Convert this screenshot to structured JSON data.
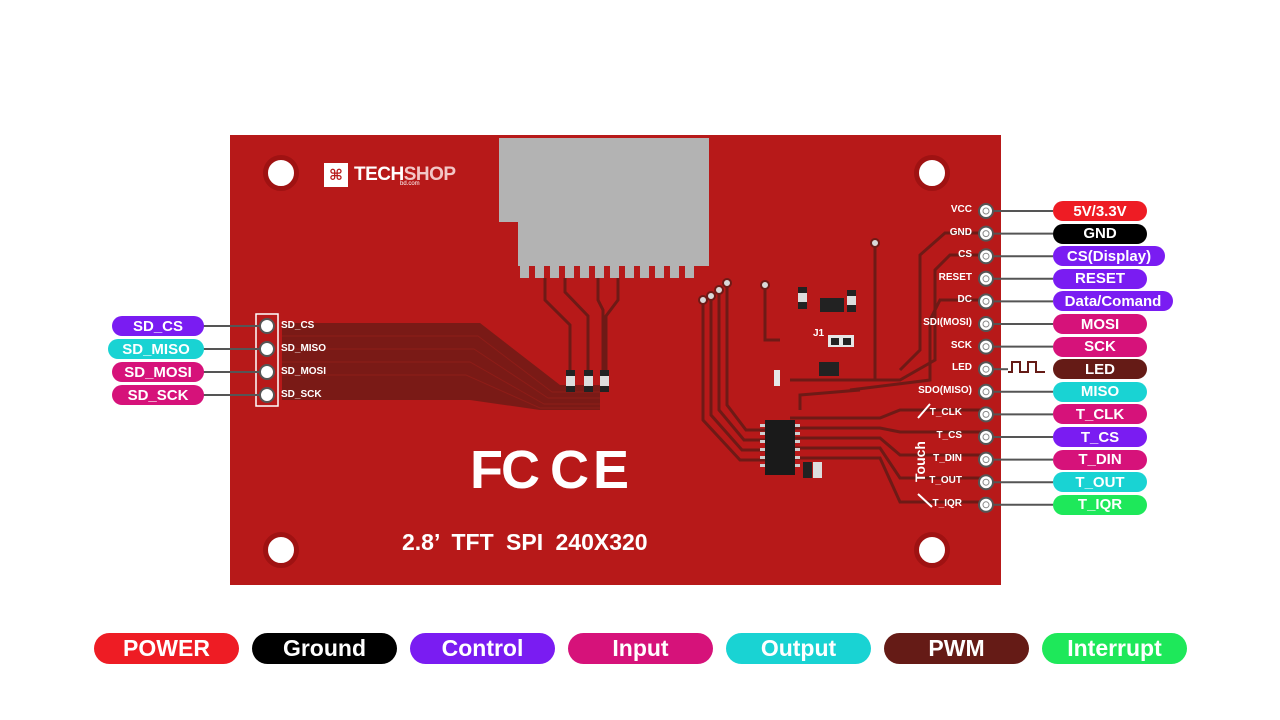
{
  "brand": {
    "logo_main": "TECH",
    "logo_accent": "SHOP",
    "logo_sub": "bd.com"
  },
  "board": {
    "title": "2.8’ TFT SPI 240X320",
    "cert_fc": "FC",
    "cert_ce": "CE",
    "j1_label": "J1",
    "touch_label": "Touch"
  },
  "right_pins": [
    {
      "pin": "VCC",
      "label": "5V/3.3V",
      "category": "power"
    },
    {
      "pin": "GND",
      "label": "GND",
      "category": "ground"
    },
    {
      "pin": "CS",
      "label": "CS(Display)",
      "category": "control"
    },
    {
      "pin": "RESET",
      "label": "RESET",
      "category": "control"
    },
    {
      "pin": "DC",
      "label": "Data/Comand",
      "category": "control"
    },
    {
      "pin": "SDI(MOSI)",
      "label": "MOSI",
      "category": "input"
    },
    {
      "pin": "SCK",
      "label": "SCK",
      "category": "input"
    },
    {
      "pin": "LED",
      "label": "LED",
      "category": "pwm"
    },
    {
      "pin": "SDO(MISO)",
      "label": "MISO",
      "category": "output"
    },
    {
      "pin": "T_CLK",
      "label": "T_CLK",
      "category": "input"
    },
    {
      "pin": "T_CS",
      "label": "T_CS",
      "category": "control"
    },
    {
      "pin": "T_DIN",
      "label": "T_DIN",
      "category": "input"
    },
    {
      "pin": "T_OUT",
      "label": "T_OUT",
      "category": "output"
    },
    {
      "pin": "T_IQR",
      "label": "T_IQR",
      "category": "interrupt"
    }
  ],
  "left_pins": [
    {
      "pin": "SD_CS",
      "label": "SD_CS",
      "category": "control"
    },
    {
      "pin": "SD_MISO",
      "label": "SD_MISO",
      "category": "output"
    },
    {
      "pin": "SD_MOSI",
      "label": "SD_MOSI",
      "category": "input"
    },
    {
      "pin": "SD_SCK",
      "label": "SD_SCK",
      "category": "input"
    }
  ],
  "legend": [
    {
      "label": "POWER",
      "category": "power"
    },
    {
      "label": "Ground",
      "category": "ground"
    },
    {
      "label": "Control",
      "category": "control"
    },
    {
      "label": "Input",
      "category": "input"
    },
    {
      "label": "Output",
      "category": "output"
    },
    {
      "label": "PWM",
      "category": "pwm"
    },
    {
      "label": "Interrupt",
      "category": "interrupt"
    }
  ],
  "colors": {
    "power": "#ee1c24",
    "ground": "#000000",
    "control": "#7a1cf2",
    "input": "#d6127a",
    "output": "#19d3d3",
    "pwm": "#651b16",
    "interrupt": "#1ee85a",
    "pcb": "#b71919",
    "trace": "#6e1a16"
  }
}
